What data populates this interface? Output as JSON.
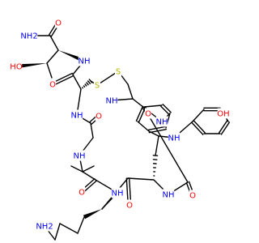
{
  "colors": {
    "background": "#ffffff",
    "bond": "#000000",
    "carbon": "#000000",
    "nitrogen": "#0000ff",
    "oxygen": "#ff0000",
    "sulfur": "#b2b200"
  },
  "labels": [
    {
      "id": "nh2_amide",
      "text": "NH2",
      "element": "N"
    },
    {
      "id": "o_amide",
      "text": "O",
      "element": "O"
    },
    {
      "id": "ho_thr",
      "text": "HO",
      "element": "O"
    },
    {
      "id": "nh_thr",
      "text": "NH",
      "element": "N"
    },
    {
      "id": "o_cys1",
      "text": "O",
      "element": "O"
    },
    {
      "id": "s1",
      "text": "S",
      "element": "S"
    },
    {
      "id": "s2",
      "text": "S",
      "element": "S"
    },
    {
      "id": "nh_cys2",
      "text": "NH",
      "element": "N"
    },
    {
      "id": "nh_cys1",
      "text": "NH",
      "element": "N"
    },
    {
      "id": "o_ring1",
      "text": "O",
      "element": "O"
    },
    {
      "id": "o_ring2",
      "text": "O",
      "element": "O"
    },
    {
      "id": "nh_trp_ring",
      "text": "NH",
      "element": "N"
    },
    {
      "id": "nh_trp",
      "text": "NH",
      "element": "N"
    },
    {
      "id": "oh_tyr",
      "text": "OH",
      "element": "O"
    },
    {
      "id": "nh_aib",
      "text": "NH",
      "element": "N"
    },
    {
      "id": "o_aib",
      "text": "O",
      "element": "O"
    },
    {
      "id": "nh_lys",
      "text": "NH",
      "element": "N"
    },
    {
      "id": "o_lys",
      "text": "O",
      "element": "O"
    },
    {
      "id": "nh_res",
      "text": "NH",
      "element": "N"
    },
    {
      "id": "o_res",
      "text": "O",
      "element": "O"
    },
    {
      "id": "nh2_lys",
      "text": "NH2",
      "element": "N"
    }
  ]
}
